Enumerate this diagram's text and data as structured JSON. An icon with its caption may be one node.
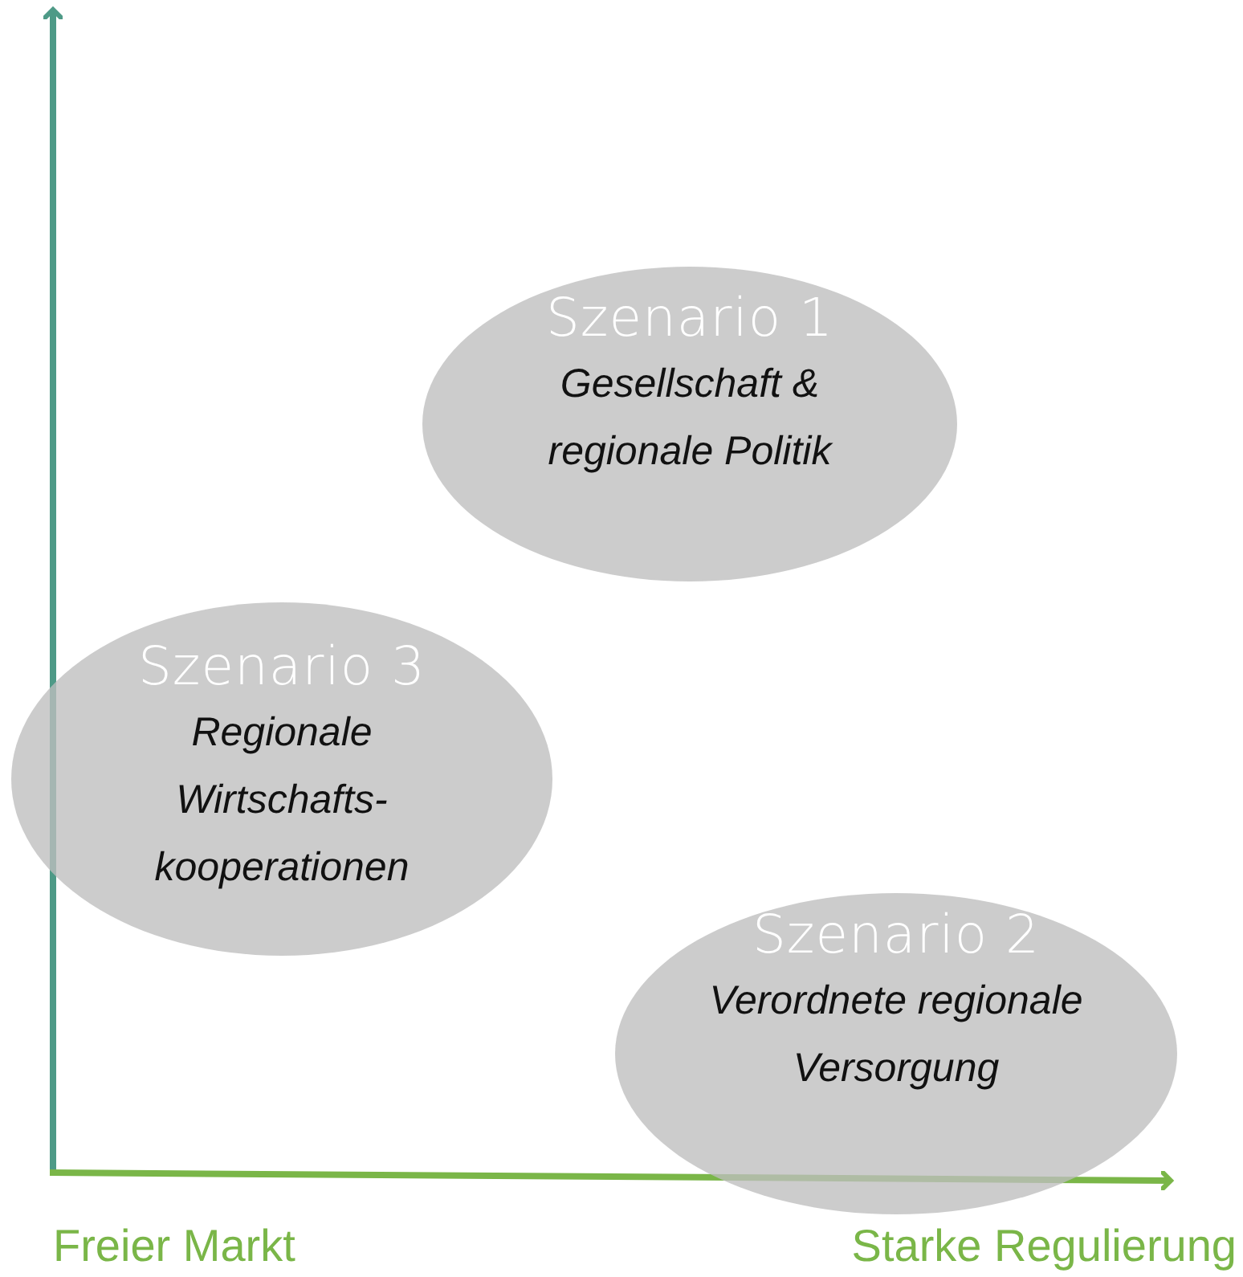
{
  "diagram": {
    "nodes": [
      {
        "text": [
          "Szenario 1",
          "Gesellschaft & regionale Politik"
        ]
      },
      {
        "text": [
          "Szenario 3",
          "Regionale Wirtschafts- kooperationen"
        ]
      },
      {
        "text": [
          "Szenario 2",
          "Verordnete regionale Versorgung"
        ]
      }
    ],
    "labels": [
      "Freier Markt",
      "Starke Regulierung"
    ]
  }
}
